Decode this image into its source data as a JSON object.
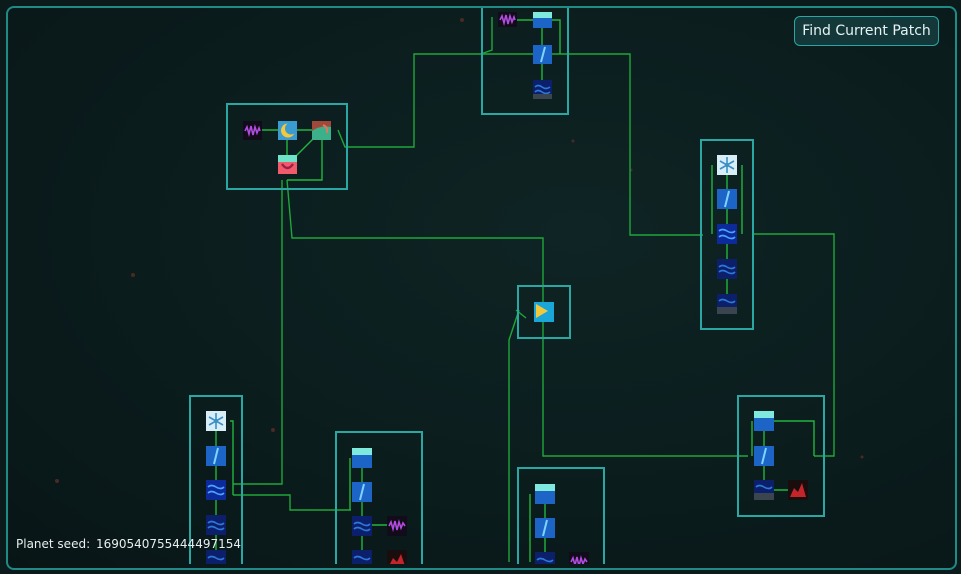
{
  "toolbar": {
    "find_current_patch_label": "Find Current Patch"
  },
  "footer": {
    "seed_label": "Planet seed:",
    "seed_value": "1690540755444497154"
  },
  "icons": {
    "purple-static": "purple-noise-icon",
    "moon": "moon-icon",
    "snowflake": "snowflake-icon",
    "ice": "ice-water-icon",
    "wave": "wave-icon",
    "slash": "blue-slash-icon",
    "dark-wave": "dark-water-icon",
    "red-rock": "red-rock-icon",
    "pink-bowl": "pink-bowl-icon",
    "brown-leaf": "brown-leaf-icon",
    "sun-arrow": "sun-arrow-icon"
  },
  "colors": {
    "background": "#0b1b1c",
    "frame": "#1f8a86",
    "patch_border": "#2aa7a2",
    "link": "#1fa63a"
  }
}
